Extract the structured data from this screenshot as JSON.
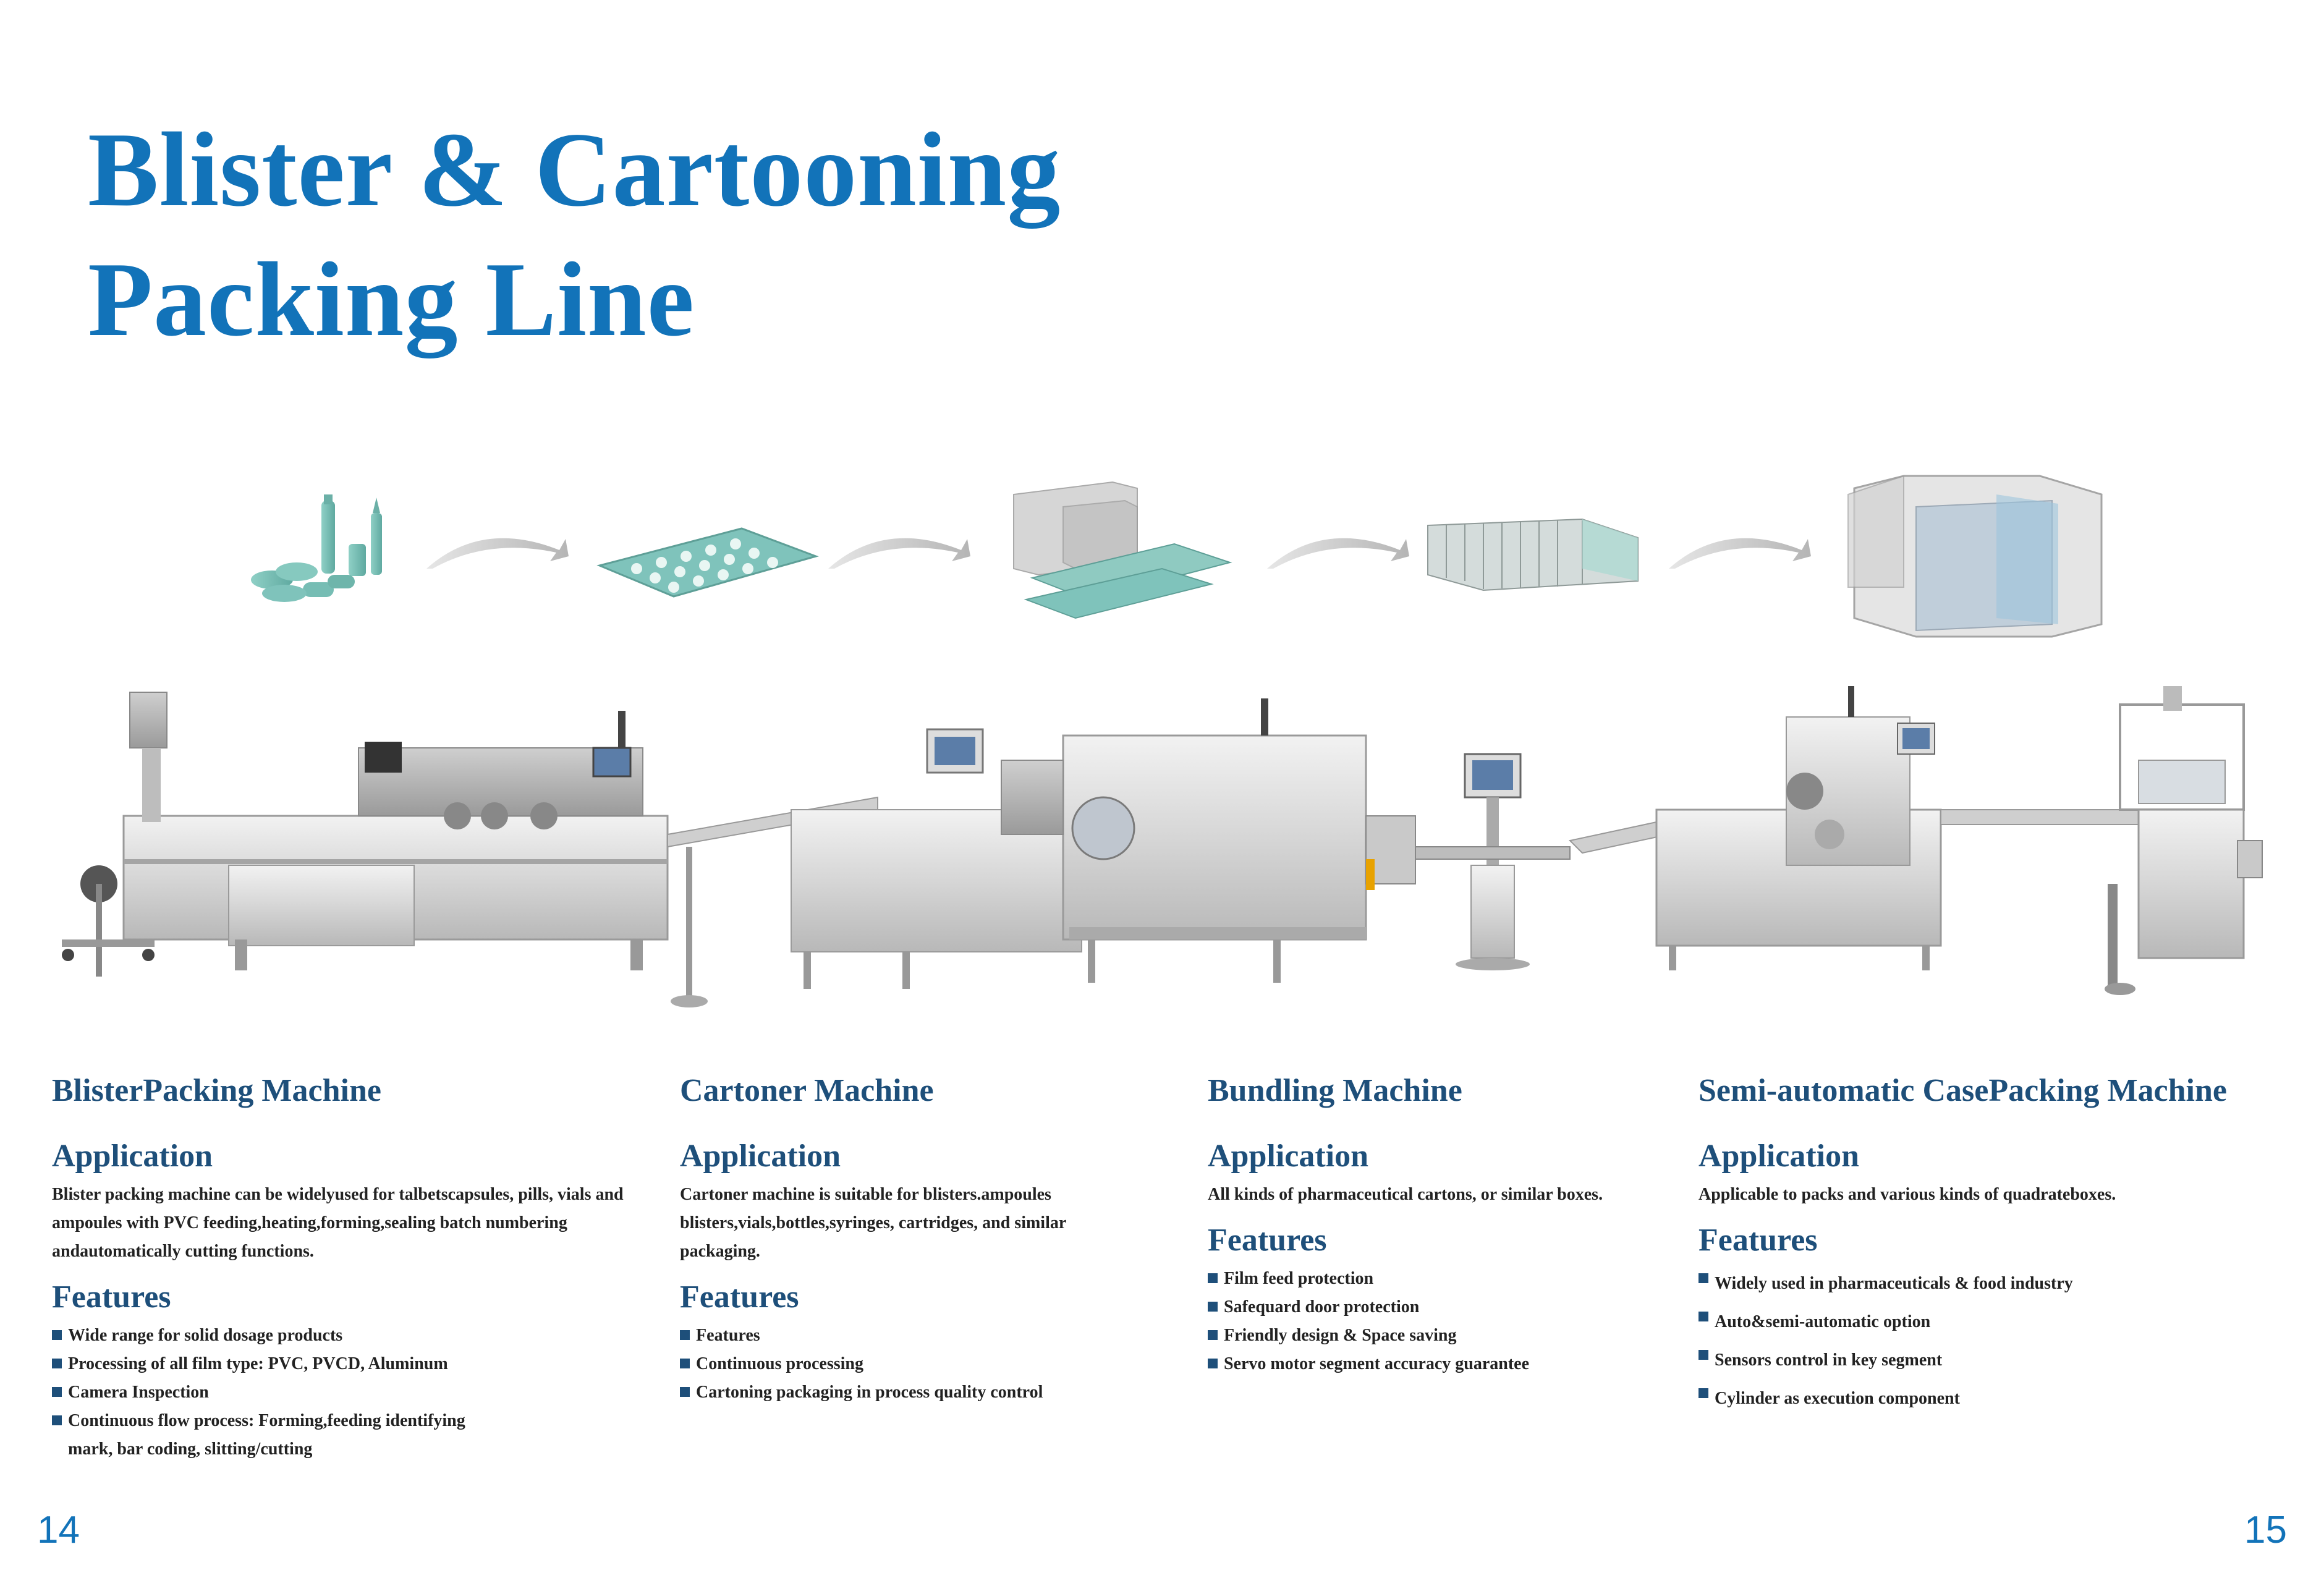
{
  "title": {
    "line1": "Blister & Cartooning",
    "line2": "Packing Line"
  },
  "columns": [
    {
      "heading": "BlisterPacking Machine",
      "application_label": "Application",
      "application_text": "Blister packing machine can be widelyused for talbetscapsules, pills, vials and ampoules with PVC feeding,heating,forming,sealing batch numbering andautomatically cutting functions.",
      "features_label": "Features",
      "features": [
        "Wide range for solid dosage products",
        "Processing of all film type: PVC, PVCD, Aluminum",
        "Camera Inspection",
        "Continuous flow process: Forming,feeding identifying mark, bar coding, slitting/cutting"
      ]
    },
    {
      "heading": "Cartoner Machine",
      "application_label": "Application",
      "application_text": "Cartoner machine is suitable for blisters.ampoules blisters,vials,bottles,syringes, cartridges, and similar packaging.",
      "features_label": "Features",
      "features": [
        "Features",
        "Continuous processing",
        "Cartoning packaging in process quality control"
      ]
    },
    {
      "heading": "Bundling Machine",
      "application_label": "Application",
      "application_text": "All kinds of pharmaceutical cartons, or similar boxes.",
      "features_label": "Features",
      "features": [
        "Film feed protection",
        "Safequard door protection",
        "Friendly design & Space saving",
        "Servo motor segment accuracy guarantee"
      ]
    },
    {
      "heading": "Semi-automatic CasePacking Machine",
      "application_label": "Application",
      "application_text": "Applicable to packs and various kinds of quadrateboxes.",
      "features_label": "Features",
      "features": [
        "Widely used in pharmaceuticals & food industry",
        "Auto&semi-automatic option",
        "Sensors control in key segment",
        "Cylinder as execution component"
      ]
    }
  ],
  "page_numbers": {
    "left": "14",
    "right": "15"
  },
  "colors": {
    "title_blue": "#1273b9",
    "heading_navy": "#1e4f7a",
    "blister_teal": "#7fc3bb"
  }
}
